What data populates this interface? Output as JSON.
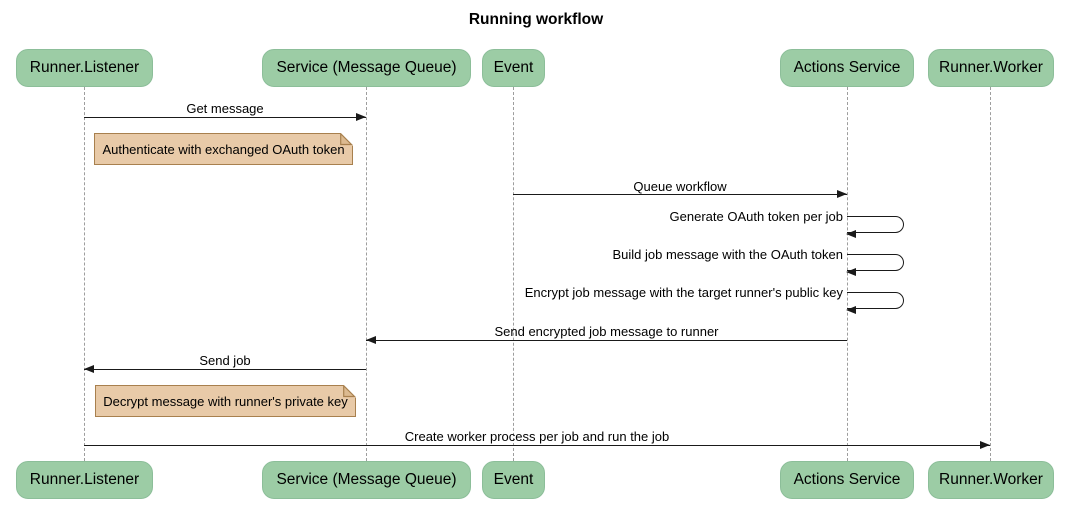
{
  "title": "Running workflow",
  "participants": [
    {
      "label": "Runner.Listener"
    },
    {
      "label": "Service (Message Queue)"
    },
    {
      "label": "Event"
    },
    {
      "label": "Actions Service"
    },
    {
      "label": "Runner.Worker"
    }
  ],
  "messages": [
    {
      "text": "Get message",
      "kind": "arrow",
      "direction": "right",
      "from": "Runner.Listener",
      "to": "Service (Message Queue)"
    },
    {
      "text": "Authenticate with exchanged OAuth token",
      "kind": "note",
      "over": "Runner.Listener"
    },
    {
      "text": "Queue workflow",
      "kind": "arrow",
      "direction": "right",
      "from": "Event",
      "to": "Actions Service"
    },
    {
      "text": "Generate OAuth token per job",
      "kind": "self",
      "on": "Actions Service"
    },
    {
      "text": "Build job message with the OAuth token",
      "kind": "self",
      "on": "Actions Service"
    },
    {
      "text": "Encrypt job message with the target runner's public key",
      "kind": "self",
      "on": "Actions Service"
    },
    {
      "text": "Send encrypted job message to runner",
      "kind": "arrow",
      "direction": "left",
      "from": "Actions Service",
      "to": "Service (Message Queue)"
    },
    {
      "text": "Send job",
      "kind": "arrow",
      "direction": "left",
      "from": "Service (Message Queue)",
      "to": "Runner.Listener"
    },
    {
      "text": "Decrypt message with runner's private key",
      "kind": "note",
      "over": "Runner.Listener"
    },
    {
      "text": "Create worker process per job and run the job",
      "kind": "arrow",
      "direction": "right",
      "from": "Runner.Listener",
      "to": "Runner.Worker"
    }
  ],
  "colors": {
    "participant_fill": "#9CCCA5",
    "participant_border": "#8CBE99",
    "note_fill": "#E8CAA8",
    "note_border": "#A8804E",
    "note_fold": "#DCBA90",
    "lifeline": "#9E9E9E",
    "arrow": "#1A1A1A",
    "background": "#FFFFFF",
    "text": "#000000"
  }
}
